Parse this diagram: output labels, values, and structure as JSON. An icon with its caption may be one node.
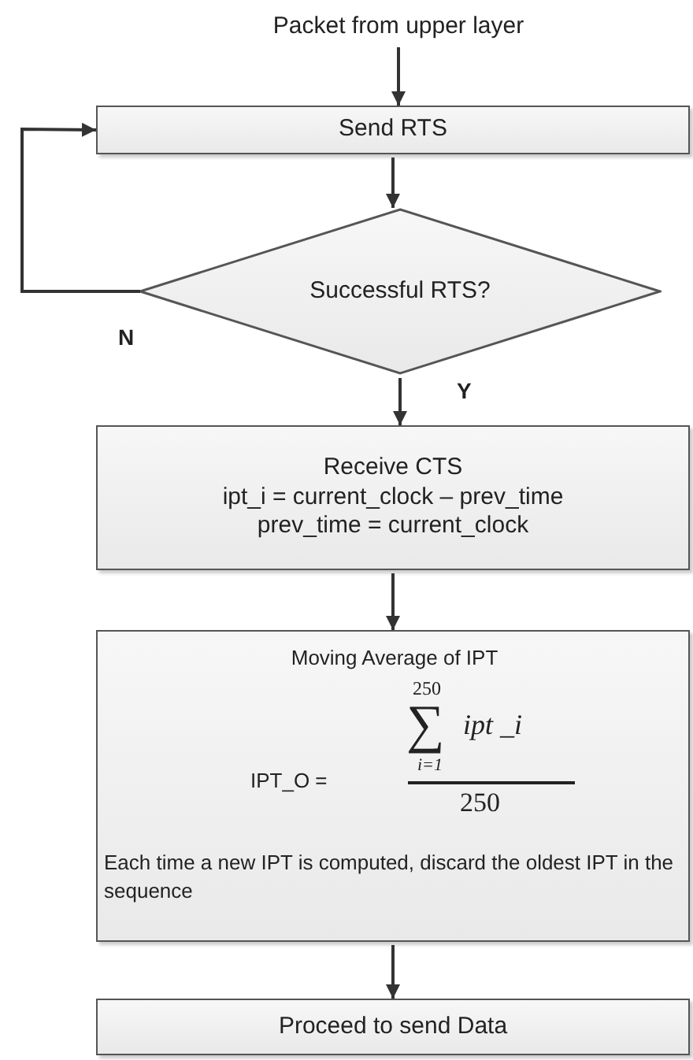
{
  "diagram": {
    "nodes": [
      {
        "text": [
          "Packet from upper layer"
        ]
      },
      {
        "text": [
          "Send RTS"
        ]
      },
      {
        "text": [
          "Successful RTS?"
        ]
      },
      {
        "text": [
          "Receive CTS",
          "ipt_i = current_clock – prev_time",
          "prev_time = current_clock"
        ]
      },
      {
        "text": [
          "Moving Average of IPT",
          "IPT_O =",
          "250",
          "∑",
          "ipt _i",
          "i=1",
          "250",
          "Each time a new IPT is computed, discard the oldest IPT in the sequence"
        ]
      },
      {
        "text": [
          "Proceed to send Data"
        ]
      }
    ],
    "edges": [
      {
        "from": 0,
        "to": 1,
        "arrow": "to"
      },
      {
        "from": 1,
        "to": 2,
        "arrow": "to"
      },
      {
        "from": 2,
        "to": 1,
        "arrow": "to",
        "label": "N"
      },
      {
        "from": 2,
        "to": 3,
        "arrow": "to",
        "label": "Y"
      },
      {
        "from": 3,
        "to": 4,
        "arrow": "to"
      },
      {
        "from": 4,
        "to": 5,
        "arrow": "to"
      }
    ]
  }
}
